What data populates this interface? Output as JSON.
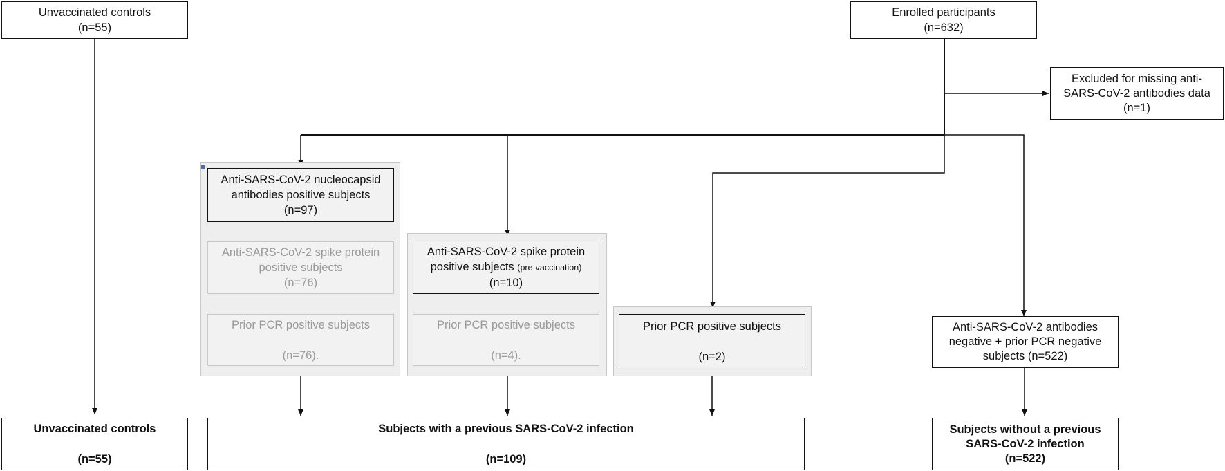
{
  "nodes": {
    "unvaccinated_controls_top": {
      "line1": "Unvaccinated controls",
      "line2": "(n=55)"
    },
    "enrolled_participants": {
      "line1": "Enrolled participants",
      "line2": "(n=632)"
    },
    "excluded": {
      "line1": "Excluded for missing anti-",
      "line2": "SARS-CoV-2 antibodies data",
      "line3": "(n=1)"
    },
    "nucleocapsid_positive": {
      "line1": "Anti-SARS-CoV-2 nucleocapsid",
      "line2": "antibodies positive subjects",
      "line3": "(n=97)"
    },
    "spike_positive_faded": {
      "line1": "Anti-SARS-CoV-2 spike protein",
      "line2": "positive subjects",
      "line3": "(n=76)"
    },
    "pcr_positive_faded_1": {
      "line1": "Prior PCR positive subjects",
      "line2": "(n=76)."
    },
    "spike_positive_prevacc": {
      "line1": "Anti-SARS-CoV-2 spike protein",
      "line2_main": "positive subjects ",
      "line2_small": "(pre-vaccination)",
      "line3": "(n=10)"
    },
    "pcr_positive_faded_2": {
      "line1": "Prior PCR positive subjects",
      "line2": "(n=4)."
    },
    "pcr_positive": {
      "line1": "Prior PCR positive subjects",
      "line2": "(n=2)"
    },
    "negative_subjects": {
      "line1": "Anti-SARS-CoV-2 antibodies",
      "line2": "negative + prior PCR negative",
      "line3": "subjects (n=522)"
    },
    "unvaccinated_controls_bottom": {
      "line1": "Unvaccinated controls",
      "line2": "(n=55)"
    },
    "previous_infection": {
      "line1": "Subjects with a previous SARS-CoV-2 infection",
      "line2": "(n=109)"
    },
    "no_previous_infection": {
      "line1": "Subjects without a previous",
      "line2": "SARS-CoV-2 infection",
      "line3": "(n=522)"
    }
  }
}
